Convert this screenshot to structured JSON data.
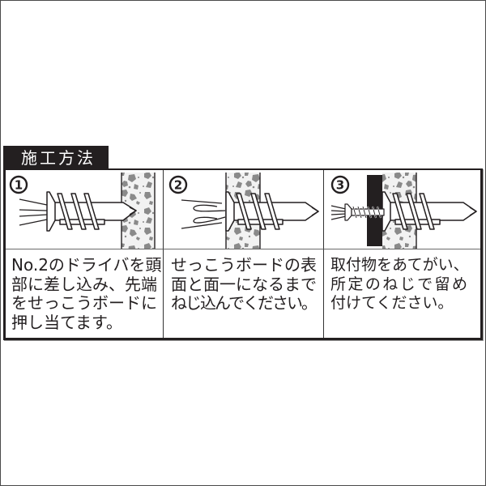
{
  "section": {
    "title": "施工方法"
  },
  "steps": [
    {
      "number": "1",
      "illustration": [
        "screwdriver-icon",
        "drywall-anchor-icon",
        "gypsum-board-icon"
      ],
      "lines": [
        "No.2のドライバを頭",
        "部に差し込み、先端",
        "をせっこうボードに",
        "押し当てます。"
      ]
    },
    {
      "number": "2",
      "illustration": [
        "screwdriver-icon",
        "drywall-anchor-icon",
        "gypsum-board-icon"
      ],
      "lines": [
        "せっこうボードの表",
        "面と面一になるまで",
        "ねじ込んでください。"
      ]
    },
    {
      "number": "3",
      "illustration": [
        "screw-icon",
        "fixture-icon",
        "drywall-anchor-icon",
        "gypsum-board-icon"
      ],
      "lines": [
        "取付物をあてがい、",
        "所定のねじで留め",
        "付けてください。"
      ]
    }
  ],
  "colors": {
    "ink": "#231f20",
    "board_speckle": "#8a8a8a",
    "board_background": "#f2f2f2",
    "page_background": "#ffffff"
  }
}
